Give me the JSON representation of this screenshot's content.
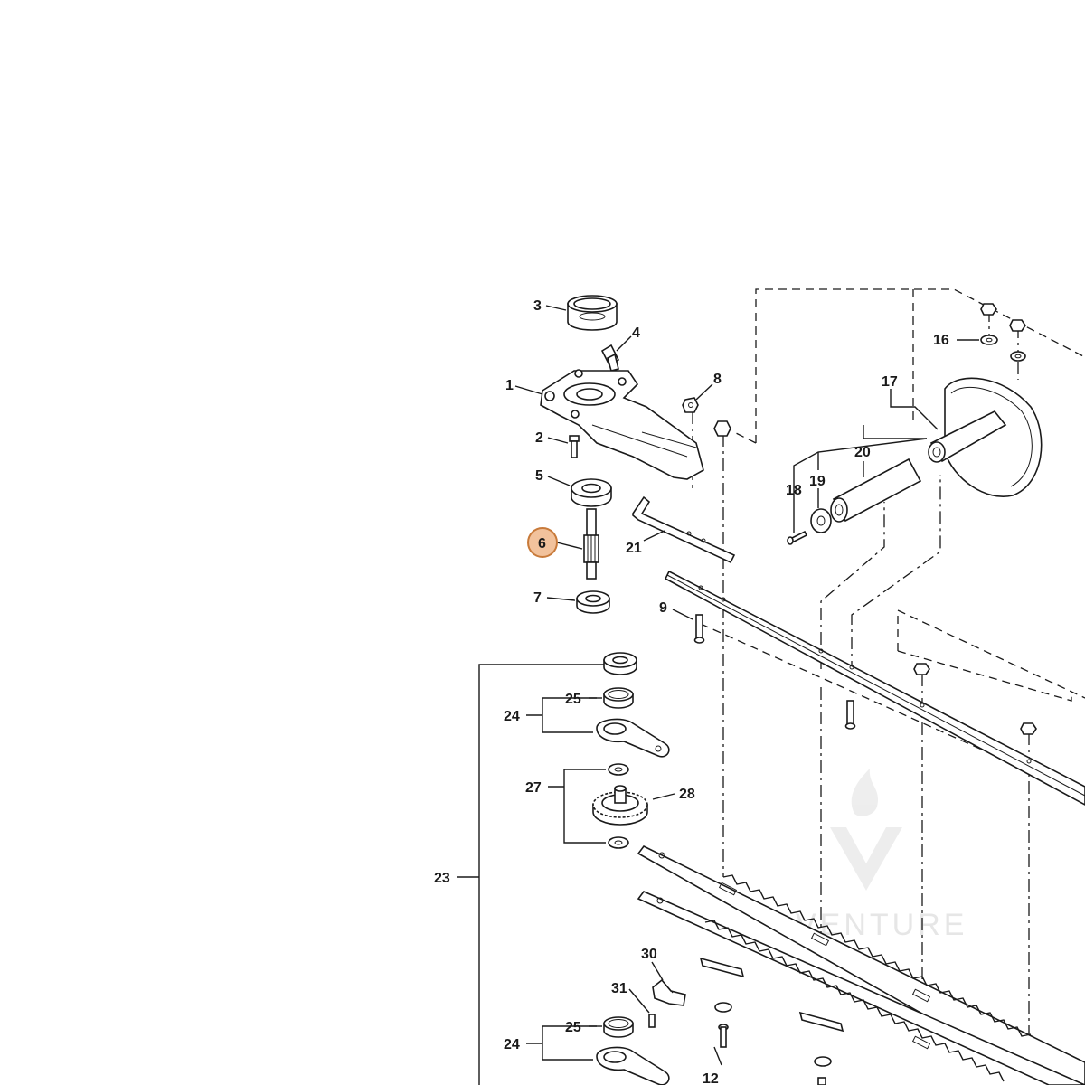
{
  "callouts": [
    {
      "id": "3",
      "label": "3"
    },
    {
      "id": "4",
      "label": "4"
    },
    {
      "id": "1",
      "label": "1"
    },
    {
      "id": "8",
      "label": "8"
    },
    {
      "id": "2",
      "label": "2"
    },
    {
      "id": "5",
      "label": "5"
    },
    {
      "id": "6",
      "label": "6",
      "highlighted": true
    },
    {
      "id": "21",
      "label": "21"
    },
    {
      "id": "7",
      "label": "7"
    },
    {
      "id": "9",
      "label": "9"
    },
    {
      "id": "16",
      "label": "16"
    },
    {
      "id": "17",
      "label": "17"
    },
    {
      "id": "20",
      "label": "20"
    },
    {
      "id": "19",
      "label": "19"
    },
    {
      "id": "18",
      "label": "18"
    },
    {
      "id": "25a",
      "label": "25"
    },
    {
      "id": "24a",
      "label": "24"
    },
    {
      "id": "27",
      "label": "27"
    },
    {
      "id": "28",
      "label": "28"
    },
    {
      "id": "23",
      "label": "23"
    },
    {
      "id": "30",
      "label": "30"
    },
    {
      "id": "31",
      "label": "31"
    },
    {
      "id": "25b",
      "label": "25"
    },
    {
      "id": "24b",
      "label": "24"
    },
    {
      "id": "12",
      "label": "12"
    }
  ],
  "watermark": {
    "text": "VENTURE"
  },
  "colors": {
    "highlight_fill": "#f2c29c",
    "highlight_stroke": "#c87a3a",
    "ink": "#1a1a1a"
  }
}
